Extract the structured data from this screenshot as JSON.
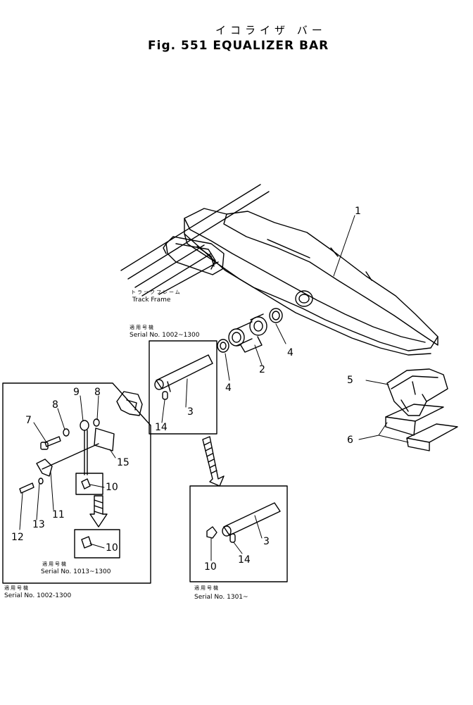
{
  "title": {
    "japanese": "イコライザ バー",
    "english": "Fig. 551 EQUALIZER BAR"
  },
  "track_frame": {
    "japanese": "トラックフレーム",
    "english": "Track Frame"
  },
  "applicable_label": "適用号機",
  "serials": {
    "main_top": "Serial No. 1002~1300",
    "inset_left_inner": "Serial No. 1013~1300",
    "inset_left_outer": "Serial No. 1002-1300",
    "inset_right": "Serial No. 1301~"
  },
  "part_numbers": {
    "p1": "1",
    "p2": "2",
    "p3a": "3",
    "p4a": "4",
    "p4b": "4",
    "p5": "5",
    "p6": "6",
    "p14a": "14",
    "p7": "7",
    "p8a": "8",
    "p9": "9",
    "p8b": "8",
    "p15": "15",
    "p10a": "10",
    "p11": "11",
    "p13": "13",
    "p12": "12",
    "p10b": "10",
    "p3b": "3",
    "p10c": "10",
    "p14b": "14"
  }
}
